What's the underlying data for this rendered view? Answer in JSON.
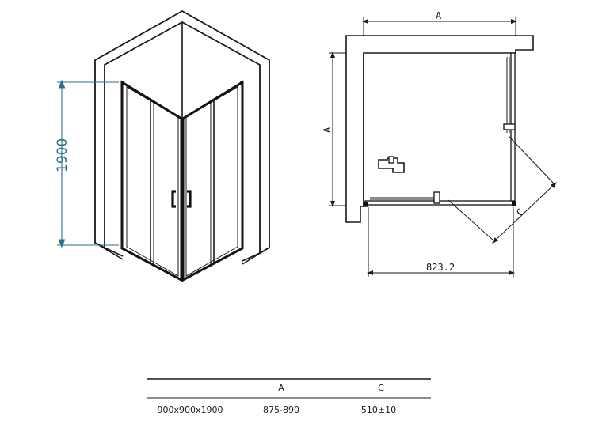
{
  "perspective": {
    "height_label": "1900"
  },
  "plan": {
    "dim_top": "A",
    "dim_left": "A",
    "dim_bottom": "823.2",
    "dim_diag": "C"
  },
  "table": {
    "headers": [
      "",
      "A",
      "C"
    ],
    "rows": [
      [
        "900x900x1900",
        "875-890",
        "510±10"
      ]
    ]
  }
}
